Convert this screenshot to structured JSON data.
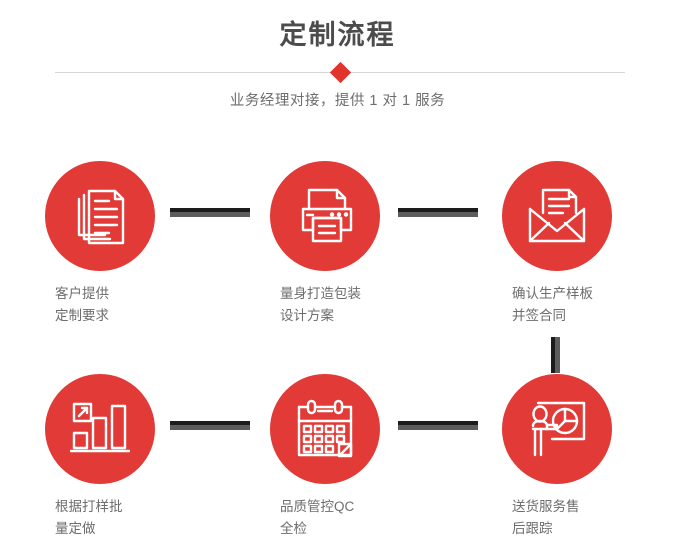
{
  "header": {
    "title": "定制流程",
    "subtitle": "业务经理对接，提供 1 对 1 服务",
    "divider_icon": "diamond-icon",
    "accent_color": "#e23b37",
    "title_color": "#4c4c4c",
    "subtitle_color": "#6d6d6d",
    "divider_color": "#d6d6d6"
  },
  "flow": {
    "connector_dark_color": "#1c1c1c",
    "connector_gray_color": "#5d5d5d",
    "steps": [
      {
        "index": 1,
        "icon": "documents-stack-icon",
        "line1": "客户提供",
        "line2": "定制要求"
      },
      {
        "index": 2,
        "icon": "printer-icon",
        "line1": "量身打造包装",
        "line2": "设计方案"
      },
      {
        "index": 3,
        "icon": "envelope-document-icon",
        "line1": "确认生产样板",
        "line2": "并签合同"
      },
      {
        "index": 4,
        "icon": "bar-chart-growth-icon",
        "line1": "根据打样批",
        "line2": "量定做"
      },
      {
        "index": 5,
        "icon": "calendar-check-icon",
        "line1": "品质管控QC",
        "line2": "全检"
      },
      {
        "index": 6,
        "icon": "presenter-pie-chart-icon",
        "line1": "送货服务售",
        "line2": "后跟踪"
      }
    ]
  }
}
